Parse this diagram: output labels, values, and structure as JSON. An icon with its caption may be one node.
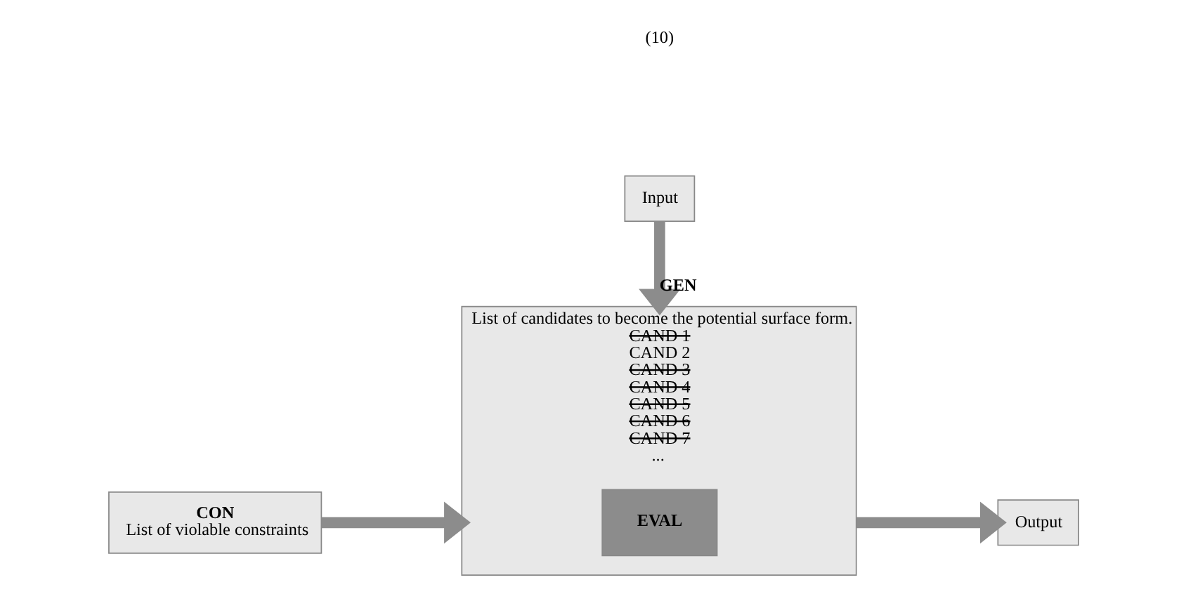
{
  "diagram": {
    "nodes": [
      {
        "text": [
          "Input"
        ]
      },
      {
        "text": [
          "List of candidates to become the potential surface form.",
          "CAND 1",
          "CAND 2",
          "CAND 3",
          "CAND 4",
          "CAND 5",
          "CAND 6",
          "CAND 7",
          "..."
        ]
      },
      {
        "text": [
          "EVAL"
        ],
        "in": 1
      },
      {
        "text": [
          "CON",
          "List of violable constraints"
        ]
      },
      {
        "text": [
          "Output"
        ]
      }
    ],
    "edges": [
      {
        "from": 0,
        "to": 1,
        "arrow": "to",
        "label": "GEN"
      },
      {
        "from": 3,
        "to": 1,
        "arrow": "to"
      },
      {
        "from": 1,
        "to": 4,
        "arrow": "to"
      }
    ],
    "labels": [
      "(10)"
    ]
  }
}
